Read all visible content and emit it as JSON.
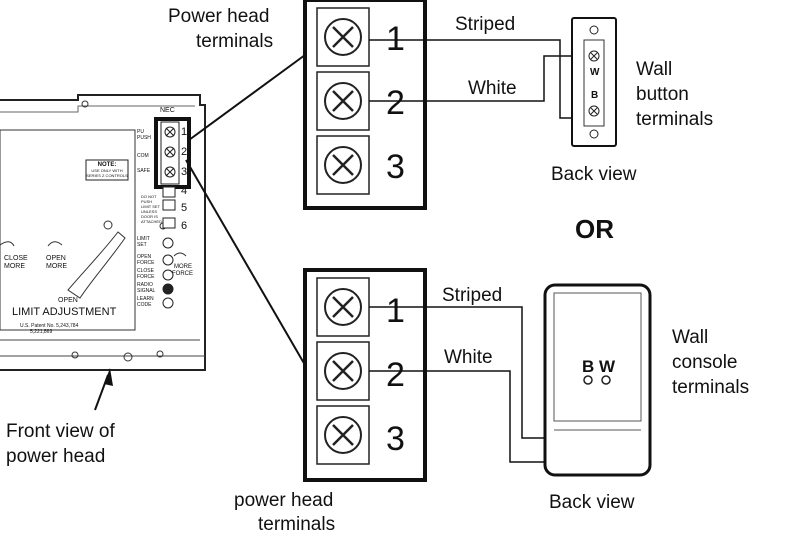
{
  "labels": {
    "power_head_top_1": "Power head",
    "power_head_top_2": "terminals",
    "power_head_bottom_1": "power head",
    "power_head_bottom_2": "terminals",
    "striped": "Striped",
    "white": "White",
    "wall_button_1": "Wall",
    "wall_button_2": "button",
    "wall_button_3": "terminals",
    "back_view": "Back view",
    "or": "OR",
    "wall_console_1": "Wall",
    "wall_console_2": "console",
    "wall_console_3": "terminals",
    "front_view_1": "Front view of",
    "front_view_2": "power head"
  },
  "terminal_numbers": [
    "1",
    "2",
    "3"
  ],
  "button_terminals": {
    "w": "W",
    "b": "B"
  },
  "console_terminals": {
    "b": "B",
    "w": "W"
  },
  "power_head_panel": {
    "nec": "NEC",
    "note_title": "NOTE:",
    "note_line1": "USE ONLY WITH",
    "note_line2": "SERIES Z CONTROLS",
    "terminal_numbers": [
      "1",
      "2",
      "3",
      "4",
      "5",
      "6"
    ],
    "close_more": "CLOSE\nMORE",
    "open_more": "OPEN\nMORE",
    "open": "OPEN",
    "limit_adjustment": "LIMIT ADJUSTMENT",
    "patent": "U.S. Patent No. 5,243,784",
    "patent2": "5,221,869",
    "limit_set": "LIMIT\nSET",
    "open_force": "OPEN\nFORCE",
    "close_force": "CLOSE\nFORCE",
    "radio_signal": "RADIO\nSIGNAL",
    "learn_code": "LEARN\nCODE",
    "more_force": "MORE\nFORCE",
    "do_not_push": "DO NOT\nPUSH\nLIMIT SET\nUNLESS\nDOOR IS\nATTACHED"
  }
}
